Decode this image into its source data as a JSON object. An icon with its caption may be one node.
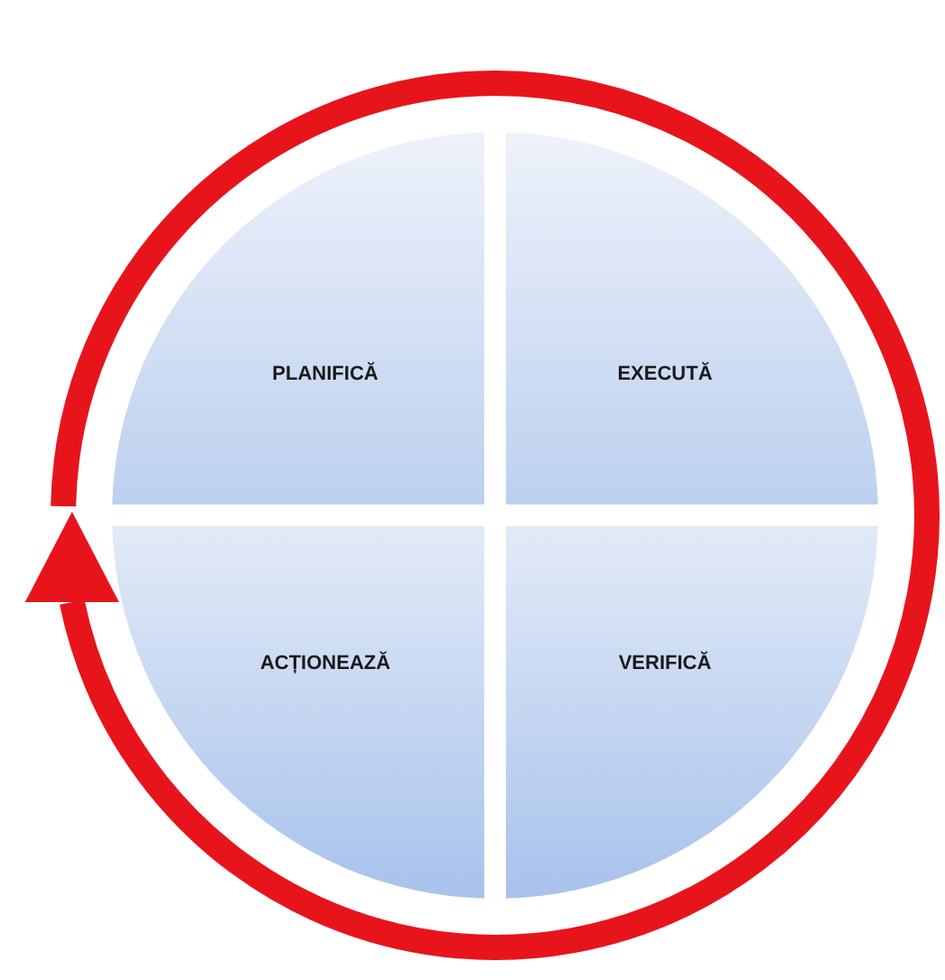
{
  "diagram": {
    "nodes": [
      {
        "text": [
          "PLANIFICĂ"
        ]
      },
      {
        "text": [
          "EXECUTĂ"
        ]
      },
      {
        "text": [
          "ACȚIONEAZĂ"
        ]
      },
      {
        "text": [
          "VERIFICĂ"
        ]
      }
    ],
    "edges": []
  }
}
